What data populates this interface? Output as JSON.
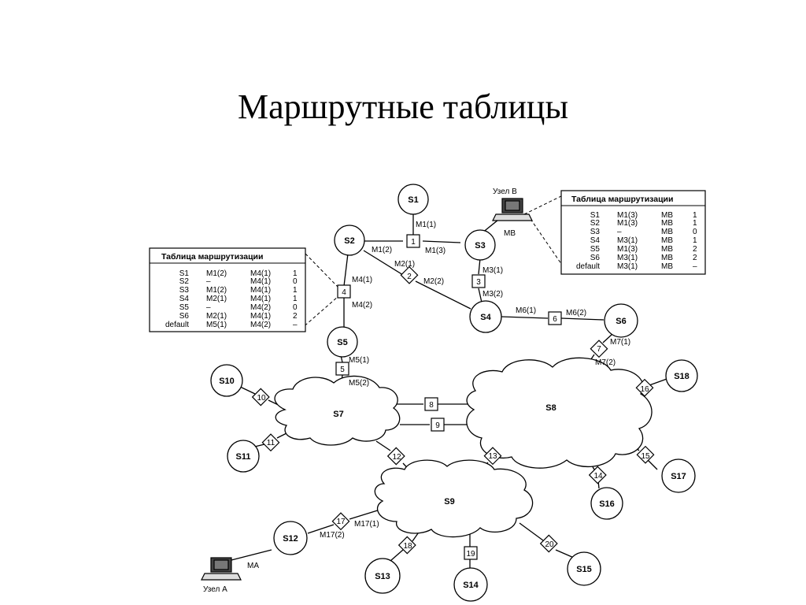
{
  "title": "Маршрутные таблицы",
  "nodes": {
    "S1": "S1",
    "S2": "S2",
    "S3": "S3",
    "S4": "S4",
    "S5": "S5",
    "S6": "S6",
    "S7": "S7",
    "S8": "S8",
    "S9": "S9",
    "S10": "S10",
    "S11": "S11",
    "S12": "S12",
    "S13": "S13",
    "S14": "S14",
    "S15": "S15",
    "S16": "S16",
    "S17": "S17",
    "S18": "S18"
  },
  "hosts": {
    "a_label": "Узел А",
    "a_port": "MA",
    "b_label": "Узел В",
    "b_port": "MB"
  },
  "routers": [
    "1",
    "2",
    "3",
    "4",
    "5",
    "6",
    "7",
    "8",
    "9",
    "10",
    "11",
    "12",
    "13",
    "14",
    "15",
    "16",
    "17",
    "18",
    "19",
    "20"
  ],
  "ports": {
    "r1_a": "M1(1)",
    "r1_b": "M1(2)",
    "r1_c": "M1(3)",
    "r2_a": "M2(1)",
    "r2_b": "M2(2)",
    "r3_a": "M3(1)",
    "r3_b": "M3(2)",
    "r4_a": "M4(1)",
    "r4_b": "M4(2)",
    "r5_a": "M5(1)",
    "r5_b": "M5(2)",
    "r6_a": "M6(1)",
    "r6_b": "M6(2)",
    "r7_a": "M7(1)",
    "r7_b": "M7(2)",
    "r17_a": "M17(1)",
    "r17_b": "M17(2)"
  },
  "table_left": {
    "title": "Таблица маршрутизации",
    "rows": [
      [
        "S1",
        "M1(2)",
        "M4(1)",
        "1"
      ],
      [
        "S2",
        "–",
        "M4(1)",
        "0"
      ],
      [
        "S3",
        "M1(2)",
        "M4(1)",
        "1"
      ],
      [
        "S4",
        "M2(1)",
        "M4(1)",
        "1"
      ],
      [
        "S5",
        "–",
        "M4(2)",
        "0"
      ],
      [
        "S6",
        "M2(1)",
        "M4(1)",
        "2"
      ],
      [
        "default",
        "M5(1)",
        "M4(2)",
        "–"
      ]
    ]
  },
  "table_right": {
    "title": "Таблица маршрутизации",
    "rows": [
      [
        "S1",
        "M1(3)",
        "MB",
        "1"
      ],
      [
        "S2",
        "M1(3)",
        "MB",
        "1"
      ],
      [
        "S3",
        "–",
        "MB",
        "0"
      ],
      [
        "S4",
        "M3(1)",
        "MB",
        "1"
      ],
      [
        "S5",
        "M1(3)",
        "MB",
        "2"
      ],
      [
        "S6",
        "M3(1)",
        "MB",
        "2"
      ],
      [
        "default",
        "M3(1)",
        "MB",
        "–"
      ]
    ]
  }
}
